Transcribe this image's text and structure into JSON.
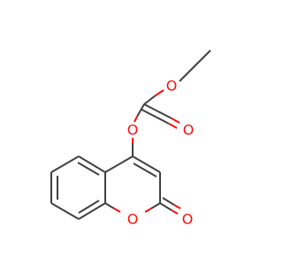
{
  "molecule": {
    "atoms": {
      "o_ether_top": {
        "symbol": "O"
      },
      "o_carbonyl_carbonate": {
        "symbol": "O"
      },
      "o_enol": {
        "symbol": "O"
      },
      "o_ring": {
        "symbol": "O"
      },
      "o_lactone_carbonyl": {
        "symbol": "O"
      }
    }
  },
  "colors": {
    "carbon_bond": "#404040",
    "oxygen": "#ff0d0d",
    "background": "#ffffff"
  }
}
